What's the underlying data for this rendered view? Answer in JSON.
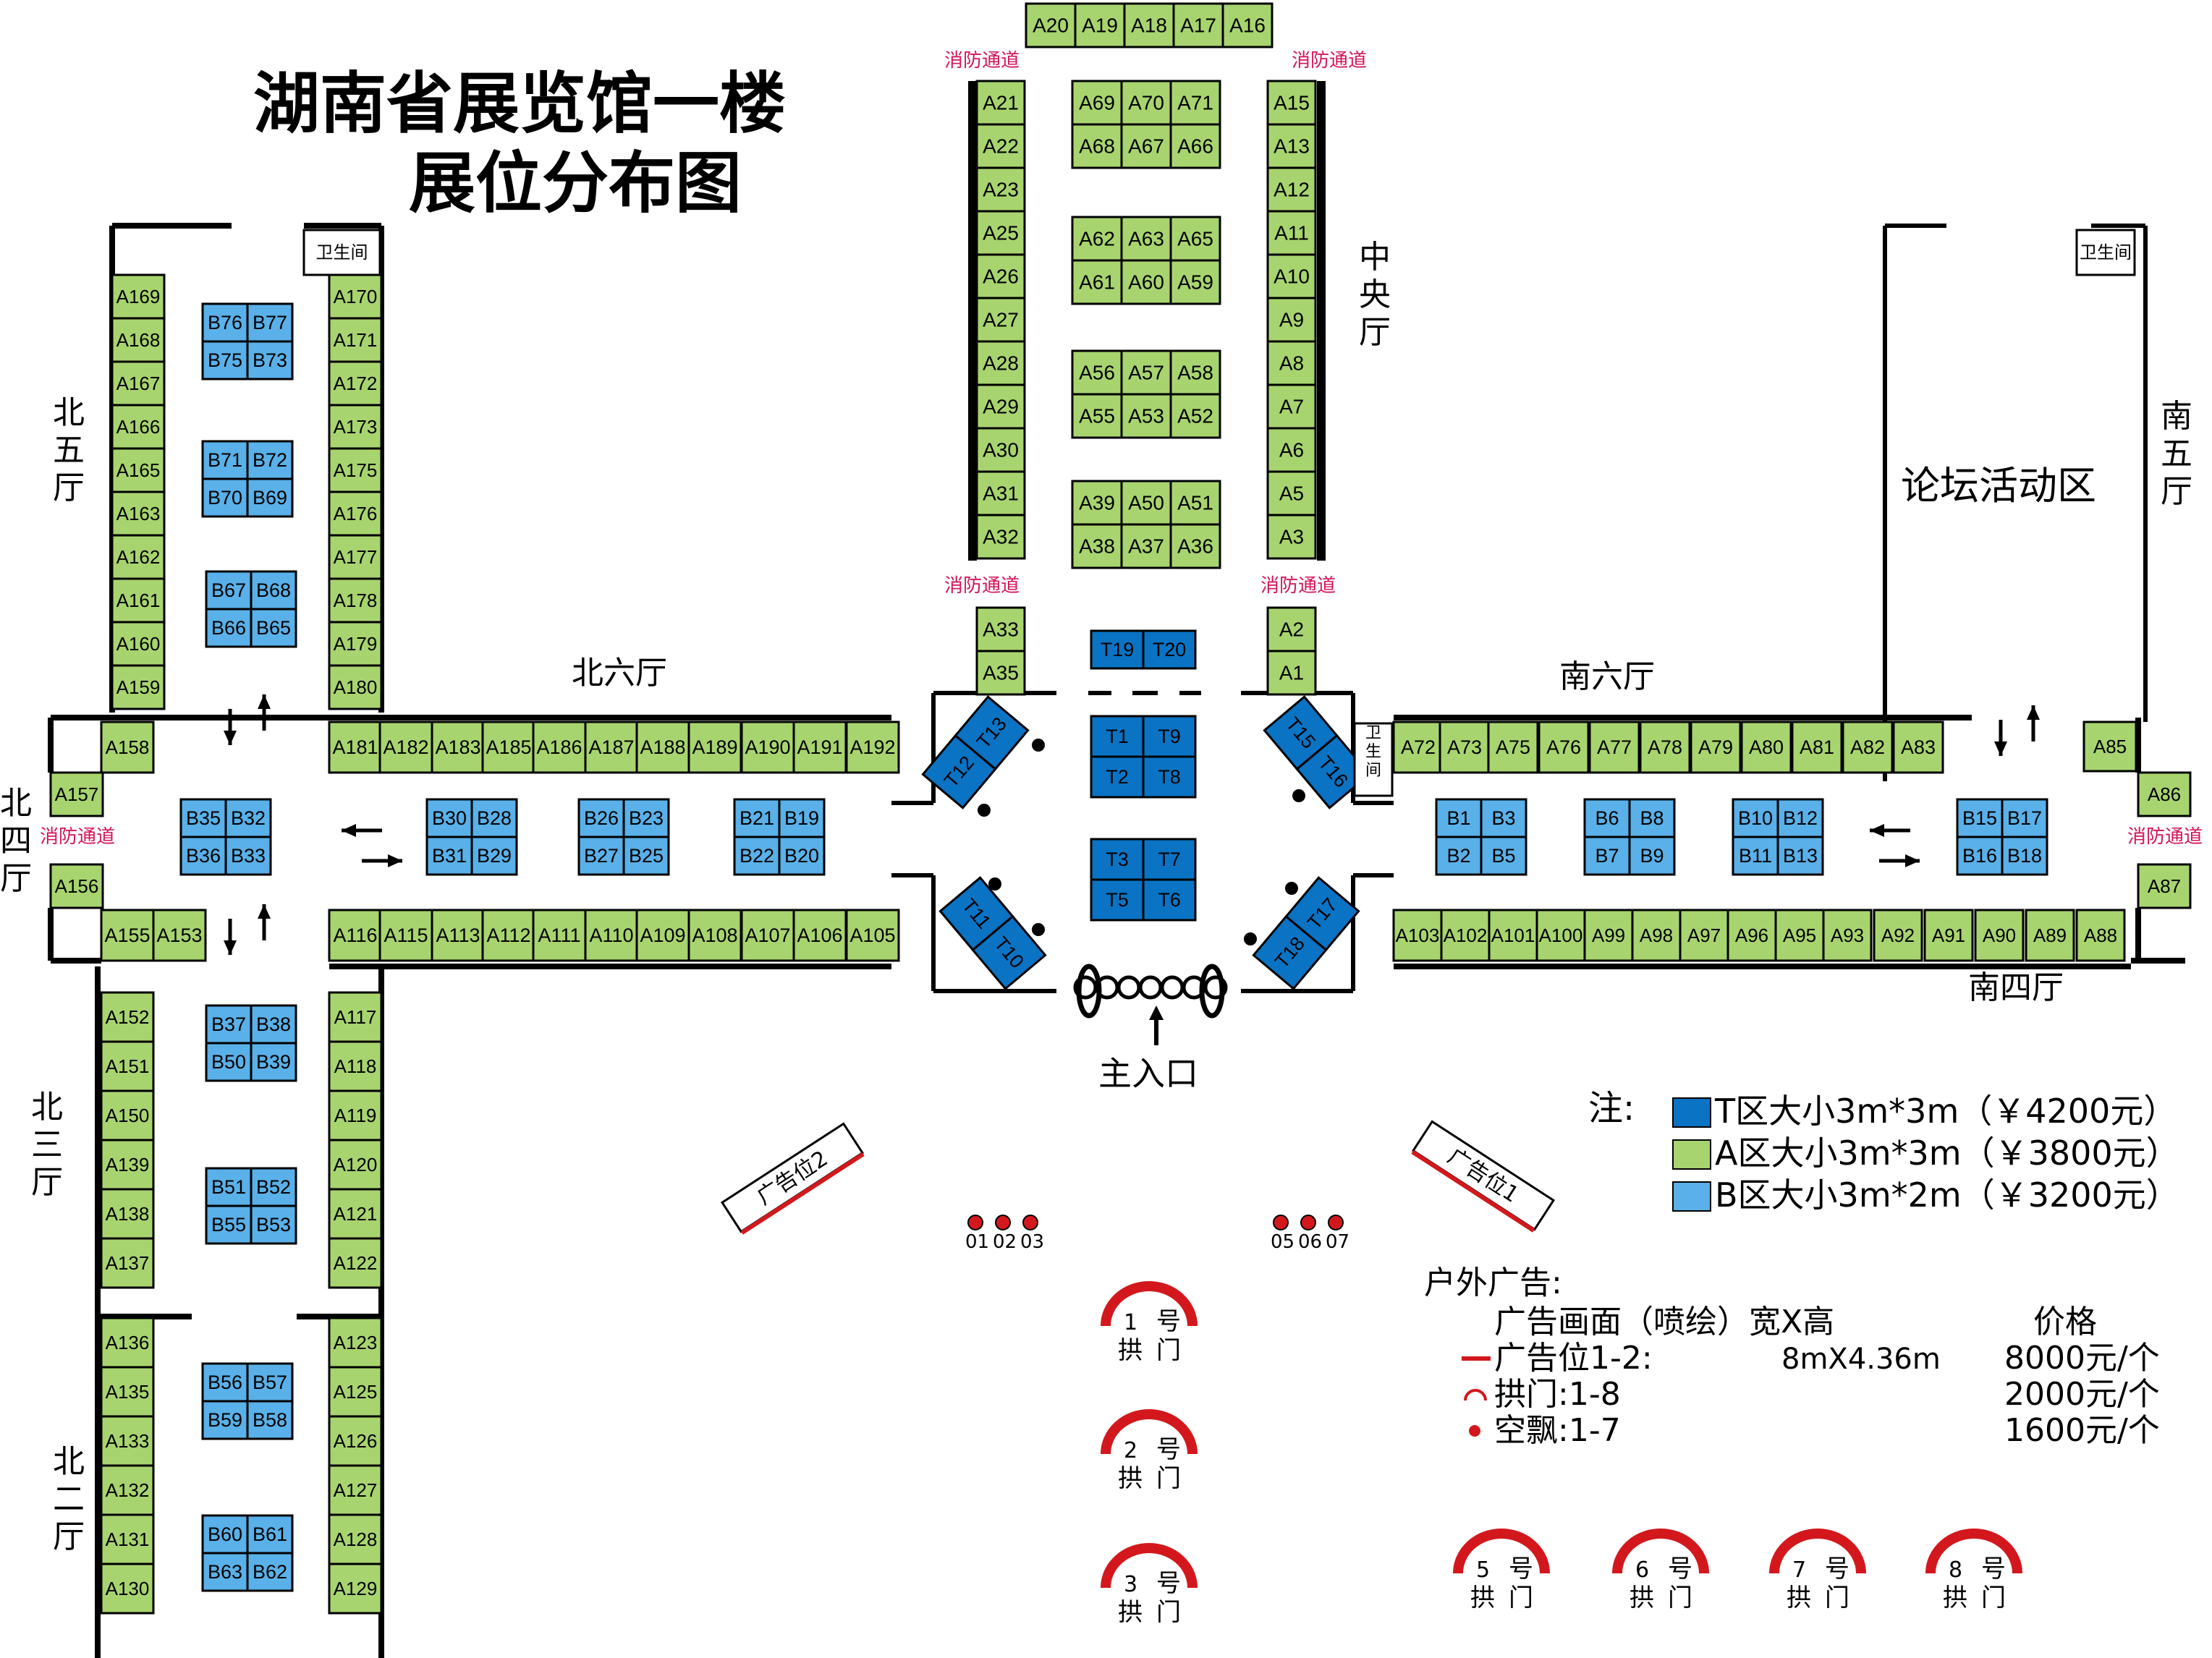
{
  "title": {
    "line1": "湖南省展览馆一楼",
    "line2": "展位分布图"
  },
  "colors": {
    "A": "#a8d46f",
    "B": "#5ab0e8",
    "T": "#0a73c4",
    "fire": "#d4145a",
    "arch": "#d3181d"
  },
  "halls": {
    "north6": "北六厅",
    "south6": "南六厅",
    "central": "中央厅",
    "north5": "北五厅",
    "south5": "南五厅",
    "north4": "北四厅",
    "south4": "南四厅",
    "north3": "北三厅",
    "north2": "北二厅",
    "forum": "论坛活动区",
    "main_entrance": "主入口"
  },
  "fire_exit": "消防通道",
  "restroom": "卫生间",
  "booths": {
    "top_row": [
      "A20",
      "A19",
      "A18",
      "A17",
      "A16"
    ],
    "central_left": [
      "A21",
      "A22",
      "A23",
      "A25",
      "A26",
      "A27",
      "A28",
      "A29",
      "A30",
      "A31",
      "A32"
    ],
    "central_right": [
      "A15",
      "A13",
      "A12",
      "A11",
      "A10",
      "A9",
      "A8",
      "A7",
      "A6",
      "A5",
      "A3"
    ],
    "central_block1": [
      "A69",
      "A70",
      "A71",
      "A68",
      "A67",
      "A66"
    ],
    "central_block2": [
      "A62",
      "A63",
      "A65",
      "A61",
      "A60",
      "A59"
    ],
    "central_block3": [
      "A56",
      "A57",
      "A58",
      "A55",
      "A53",
      "A52"
    ],
    "central_block4": [
      "A39",
      "A50",
      "A51",
      "A38",
      "A37",
      "A36"
    ],
    "lower_left": [
      "A33",
      "A35"
    ],
    "lower_right": [
      "A2",
      "A1"
    ],
    "north6_row": [
      "A181",
      "A182",
      "A183",
      "A185",
      "A186",
      "A187",
      "A188",
      "A189",
      "A190",
      "A191",
      "A192"
    ],
    "north4_bottom_row": [
      "A116",
      "A115",
      "A113",
      "A112",
      "A111",
      "A110",
      "A109",
      "A108",
      "A107",
      "A106",
      "A105"
    ],
    "west_entry": [
      "A155",
      "A153"
    ],
    "south6_row": [
      "A72",
      "A73",
      "A75",
      "A76",
      "A77",
      "A78",
      "A79",
      "A80",
      "A81",
      "A82",
      "A83"
    ],
    "south4_row": [
      "A103",
      "A102",
      "A101",
      "A100",
      "A99",
      "A98",
      "A97",
      "A96",
      "A95",
      "A93",
      "A92",
      "A91",
      "A90",
      "A89",
      "A88"
    ],
    "north5_left": [
      "A169",
      "A168",
      "A167",
      "A166",
      "A165",
      "A163",
      "A162",
      "A161",
      "A160",
      "A159"
    ],
    "north5_right": [
      "A170",
      "A171",
      "A172",
      "A173",
      "A175",
      "A176",
      "A177",
      "A178",
      "A179",
      "A180"
    ],
    "north3_left": [
      "A152",
      "A151",
      "A150",
      "A139",
      "A138",
      "A137"
    ],
    "north3_right": [
      "A117",
      "A118",
      "A119",
      "A120",
      "A121",
      "A122"
    ],
    "north2_left": [
      "A136",
      "A135",
      "A133",
      "A132",
      "A131",
      "A130"
    ],
    "north2_right": [
      "A123",
      "A125",
      "A126",
      "A127",
      "A128",
      "A129"
    ],
    "misc_a": {
      "A158": "A158",
      "A157": "A157",
      "A156": "A156",
      "A85": "A85",
      "A86": "A86",
      "A87": "A87"
    },
    "b_blocks": [
      [
        "B76",
        "B77",
        "B75",
        "B73"
      ],
      [
        "B71",
        "B72",
        "B70",
        "B69"
      ],
      [
        "B67",
        "B68",
        "B66",
        "B65"
      ],
      [
        "B35",
        "B32",
        "B36",
        "B33"
      ],
      [
        "B30",
        "B28",
        "B31",
        "B29"
      ],
      [
        "B26",
        "B23",
        "B27",
        "B25"
      ],
      [
        "B21",
        "B19",
        "B22",
        "B20"
      ],
      [
        "B37",
        "B38",
        "B50",
        "B39"
      ],
      [
        "B51",
        "B52",
        "B55",
        "B53"
      ],
      [
        "B56",
        "B57",
        "B59",
        "B58"
      ],
      [
        "B60",
        "B61",
        "B63",
        "B62"
      ],
      [
        "B1",
        "B3",
        "B2",
        "B5"
      ],
      [
        "B6",
        "B8",
        "B7",
        "B9"
      ],
      [
        "B10",
        "B12",
        "B11",
        "B13"
      ],
      [
        "B15",
        "B17",
        "B16",
        "B18"
      ]
    ],
    "t_blocks": [
      [
        "T19",
        "T20"
      ],
      [
        "T1",
        "T9",
        "T2",
        "T8"
      ],
      [
        "T3",
        "T7",
        "T5",
        "T6"
      ]
    ],
    "t_rotated": [
      [
        "T12",
        "T13"
      ],
      [
        "T15",
        "T16"
      ],
      [
        "T11",
        "T10"
      ],
      [
        "T18",
        "T17"
      ]
    ]
  },
  "ads": {
    "ad1": "广告位1",
    "ad2": "广告位2",
    "dots_left": [
      "01",
      "02",
      "03"
    ],
    "dots_right": [
      "05",
      "06",
      "07"
    ],
    "arches": [
      {
        "num": "1",
        "label": "号",
        "sub": "拱",
        "sub2": "门"
      },
      {
        "num": "2",
        "label": "号",
        "sub": "拱",
        "sub2": "门"
      },
      {
        "num": "3",
        "label": "号",
        "sub": "拱",
        "sub2": "门"
      },
      {
        "num": "5",
        "label": "号",
        "sub": "拱",
        "sub2": "门"
      },
      {
        "num": "6",
        "label": "号",
        "sub": "拱",
        "sub2": "门"
      },
      {
        "num": "7",
        "label": "号",
        "sub": "拱",
        "sub2": "门"
      },
      {
        "num": "8",
        "label": "号",
        "sub": "拱",
        "sub2": "门"
      }
    ]
  },
  "legend": {
    "note": "注:",
    "items": [
      {
        "key": "T",
        "text": "T区大小3m*3m（￥4200元）"
      },
      {
        "key": "A",
        "text": "A区大小3m*3m（￥3800元）"
      },
      {
        "key": "B",
        "text": "B区大小3m*2m（￥3200元）"
      }
    ],
    "outdoor_title": "户外广告:",
    "outdoor_header": "广告画面（喷绘）宽X高",
    "price_header": "价格",
    "rows": [
      {
        "name": "广告位1-2:",
        "size": "8mX4.36m",
        "price": "8000元/个"
      },
      {
        "name": "拱门:1-8",
        "size": "",
        "price": "2000元/个"
      },
      {
        "name": "空飘:1-7",
        "size": "",
        "price": "1600元/个"
      }
    ]
  }
}
